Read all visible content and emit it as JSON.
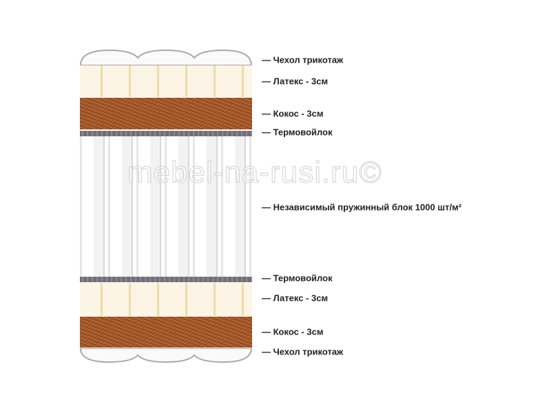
{
  "labels": [
    "— Чехол трикотаж",
    "— Латекс - 3см",
    "— Кокос - 3см",
    "— Термовойлок",
    "— Независимый пружинный блок 1000 шт/м²",
    "— Термовойлок",
    "— Латекс - 3см",
    "— Кокос - 3см",
    "— Чехол трикотаж"
  ],
  "watermark": "mebel-na-rusi.ru©"
}
